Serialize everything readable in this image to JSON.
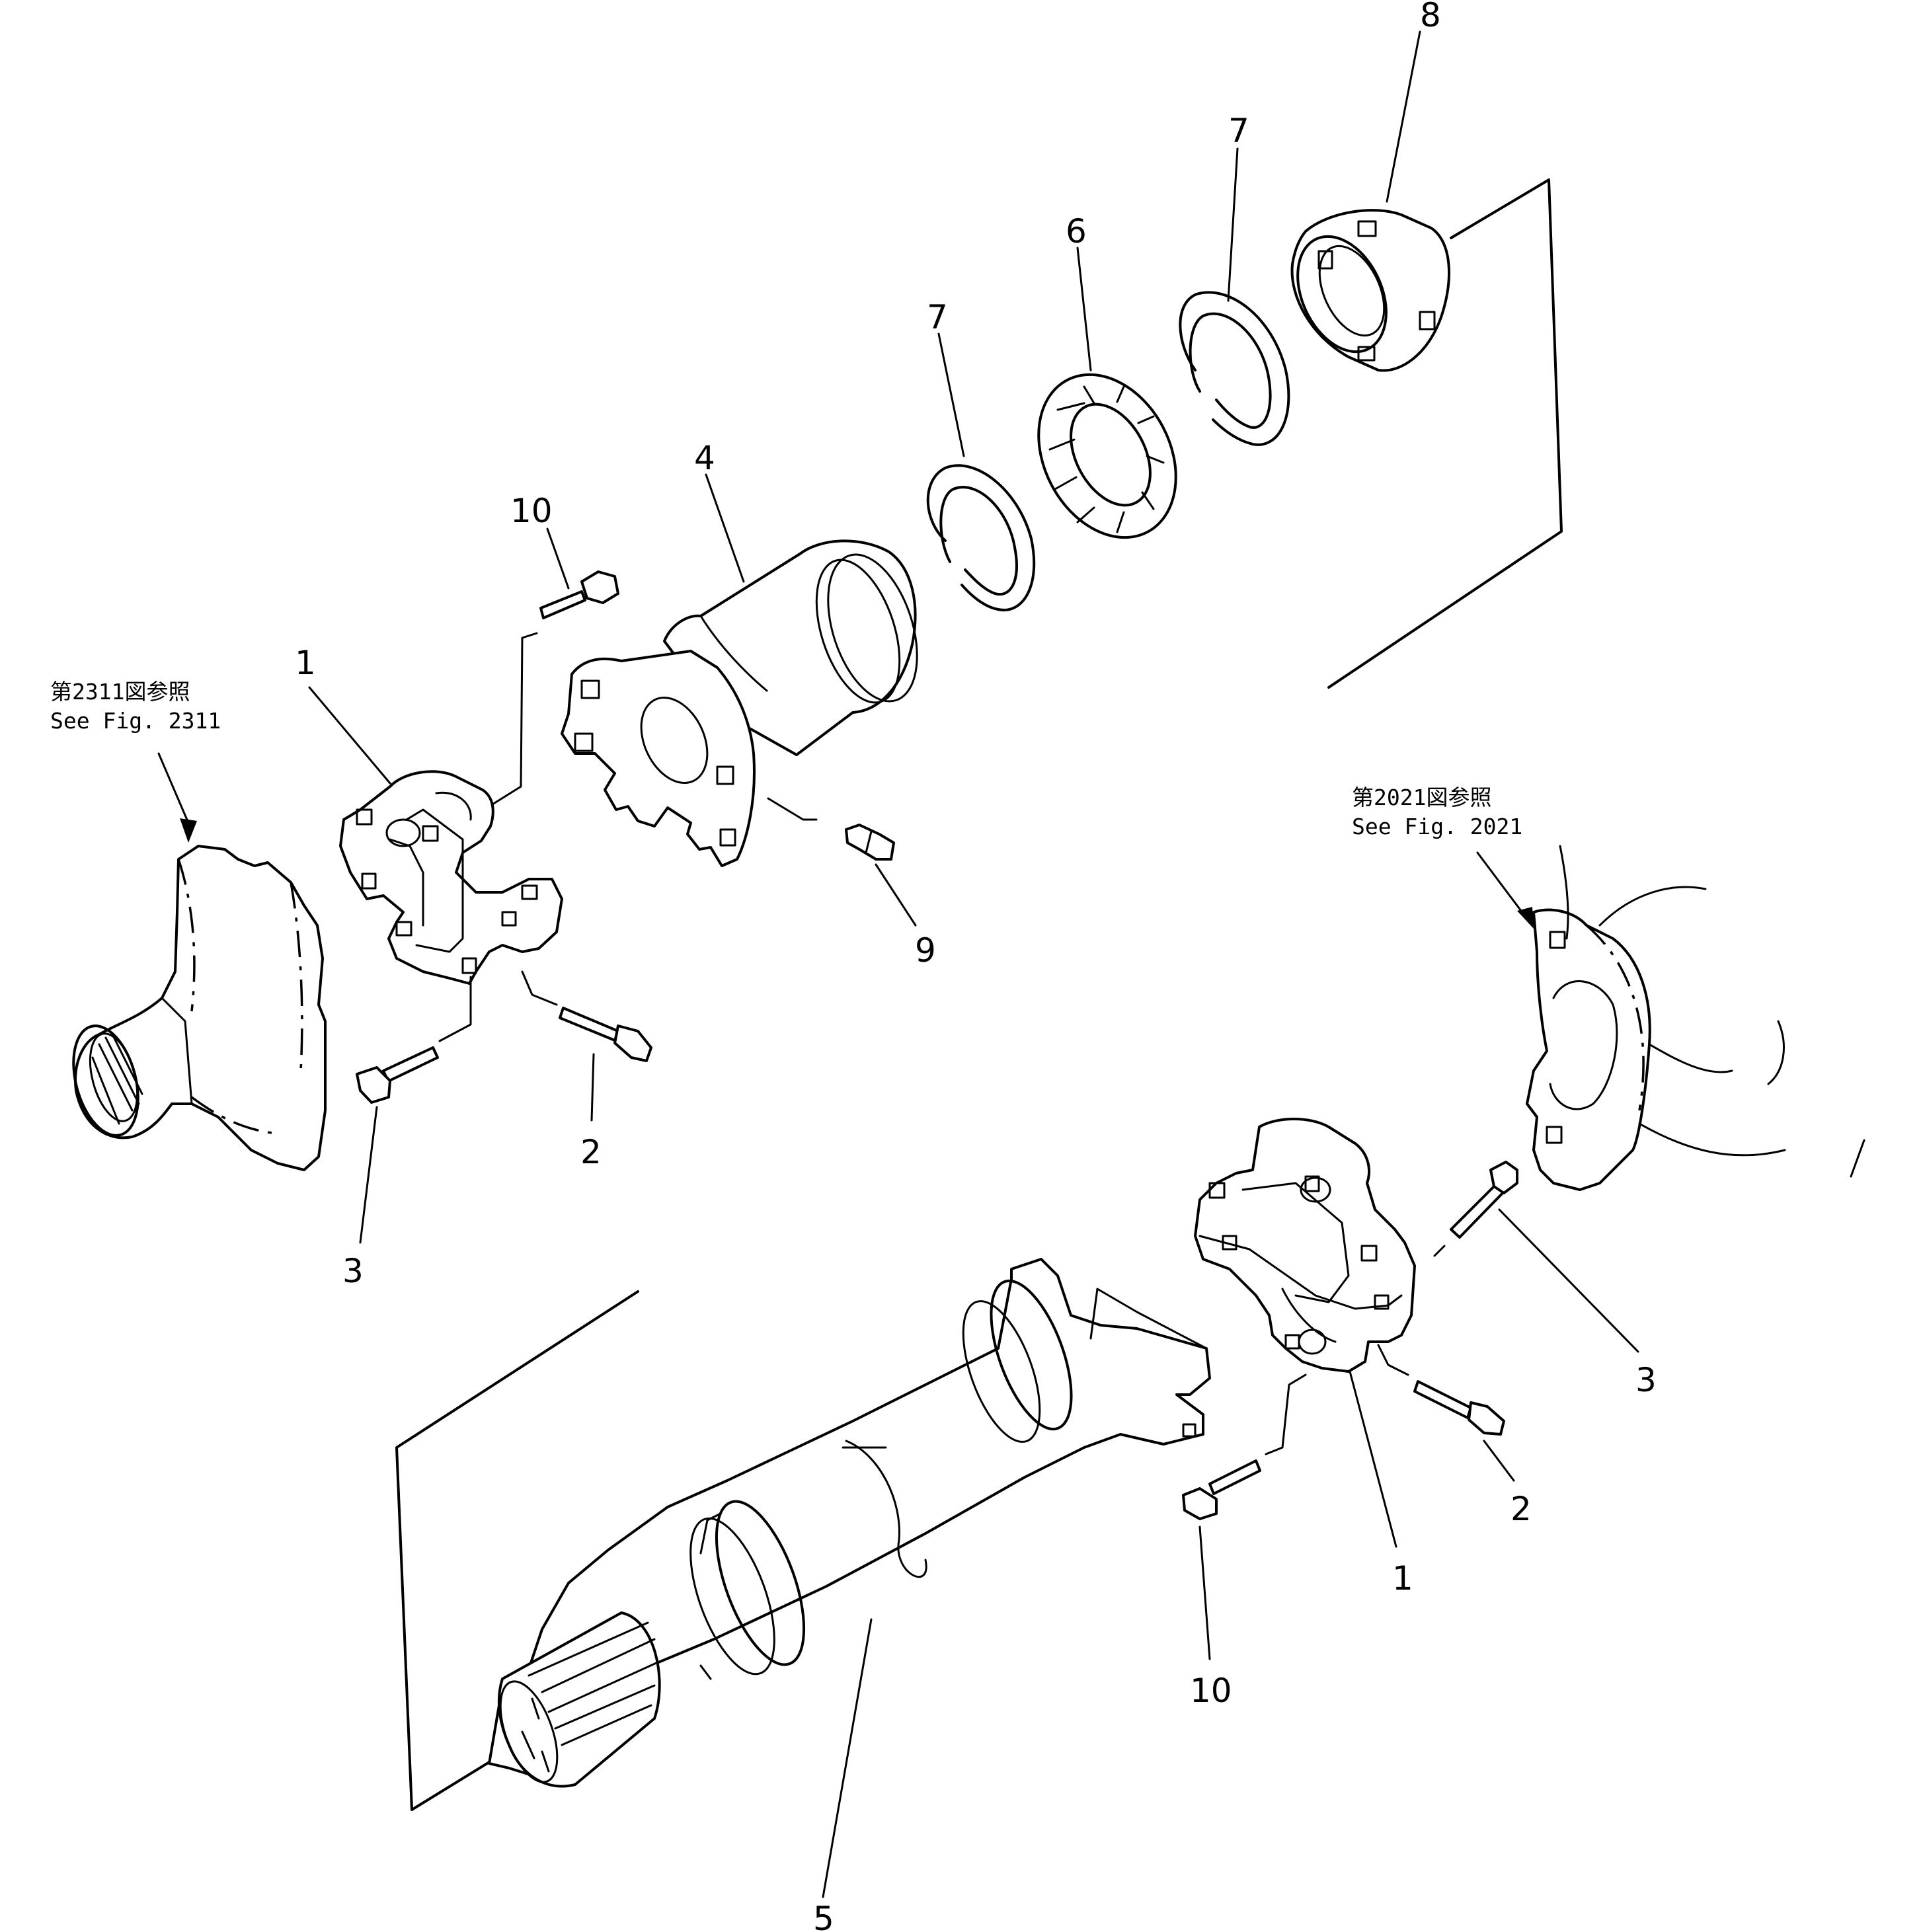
{
  "callouts": {
    "c8": "8",
    "c7a": "7",
    "c6": "6",
    "c7b": "7",
    "c4": "4",
    "c10a": "10",
    "c1a": "1",
    "c9": "9",
    "c2a": "2",
    "c3a": "3",
    "c3b": "3",
    "c2b": "2",
    "c1b": "1",
    "c10b": "10",
    "c5": "5"
  },
  "references": {
    "left_jp": "第2311図参照",
    "left_en": "See Fig. 2311",
    "right_jp": "第2021図参照",
    "right_en": "See Fig. 2021"
  }
}
